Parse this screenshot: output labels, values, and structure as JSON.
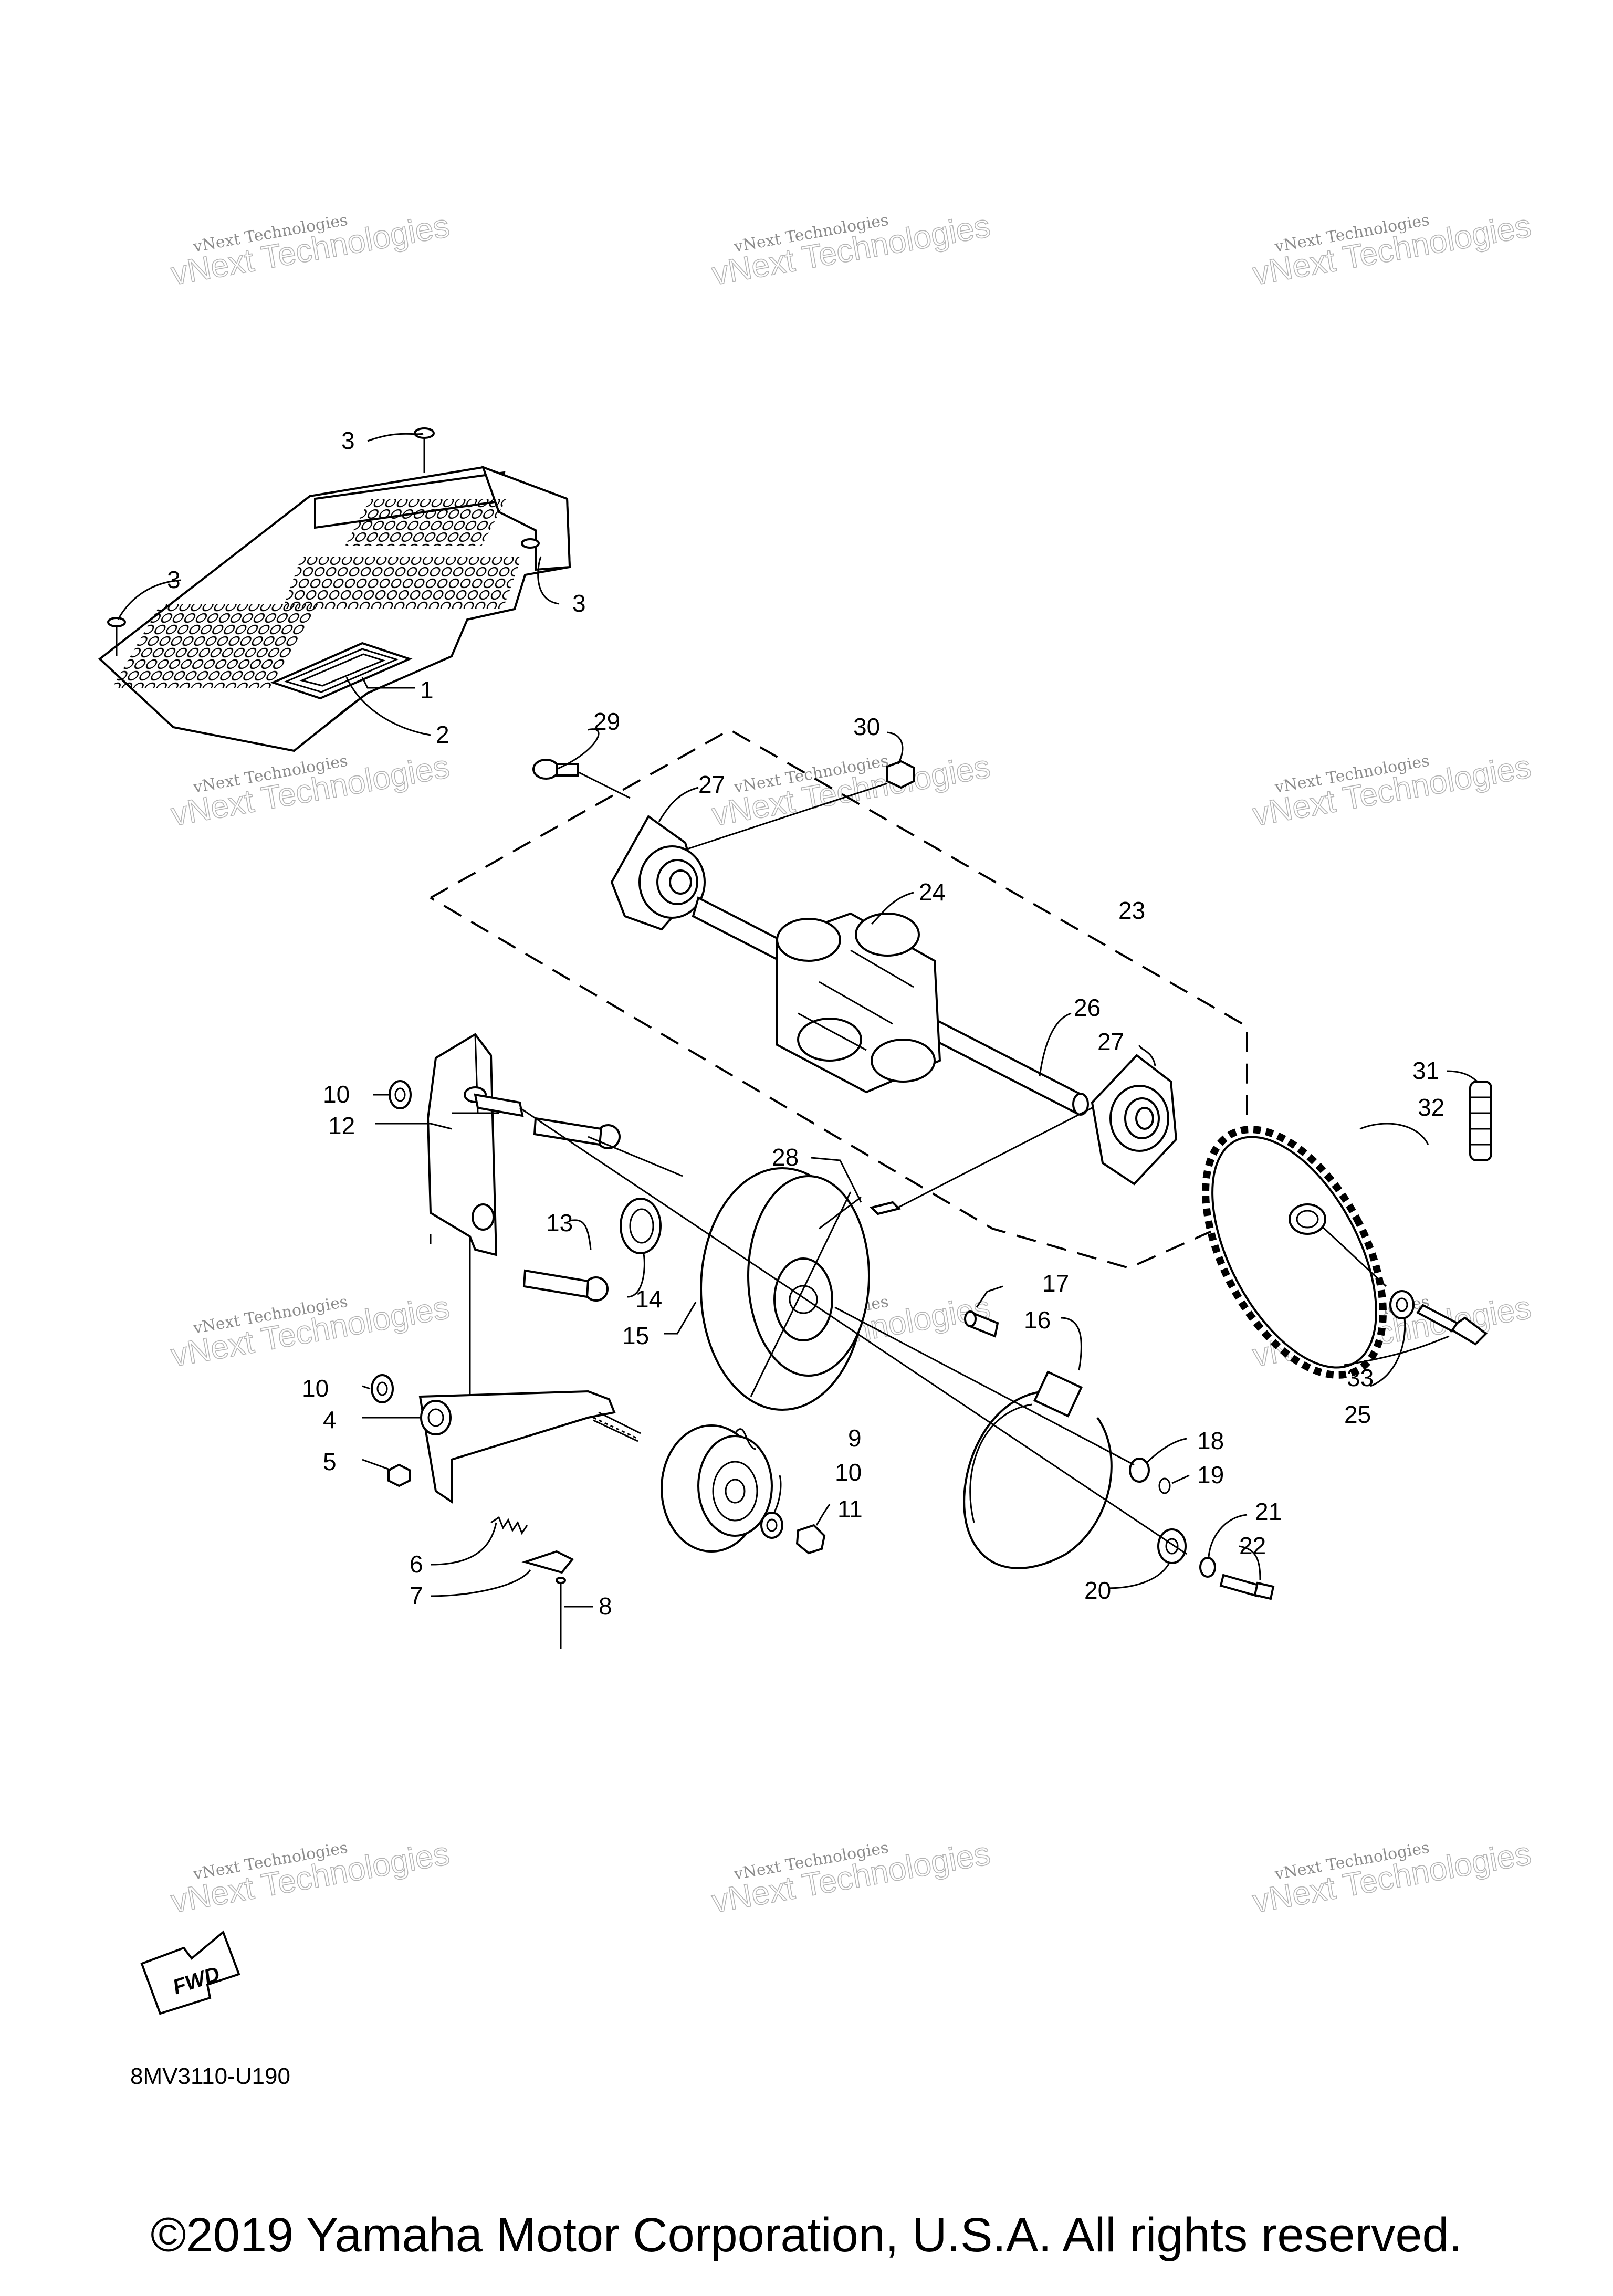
{
  "diagram": {
    "code": "8MV3110-U190",
    "copyright": "©2019 Yamaha Motor Corporation, U.S.A. All rights reserved.",
    "fwd_label": "FWD",
    "watermark": {
      "line1": "vNext Technologies",
      "line2": "vNext Technologies"
    },
    "callouts": {
      "p1": "1",
      "p2": "2",
      "p3": "3",
      "p4": "4",
      "p5": "5",
      "p6": "6",
      "p7": "7",
      "p8": "8",
      "p9": "9",
      "p10": "10",
      "p11": "11",
      "p12": "12",
      "p13": "13",
      "p14": "14",
      "p15": "15",
      "p16": "16",
      "p17": "17",
      "p18": "18",
      "p19": "19",
      "p20": "20",
      "p21": "21",
      "p22": "22",
      "p23": "23",
      "p24": "24",
      "p25": "25",
      "p26": "26",
      "p27": "27",
      "p28": "28",
      "p29": "29",
      "p30": "30",
      "p31": "31",
      "p32": "32",
      "p33": "33"
    }
  }
}
